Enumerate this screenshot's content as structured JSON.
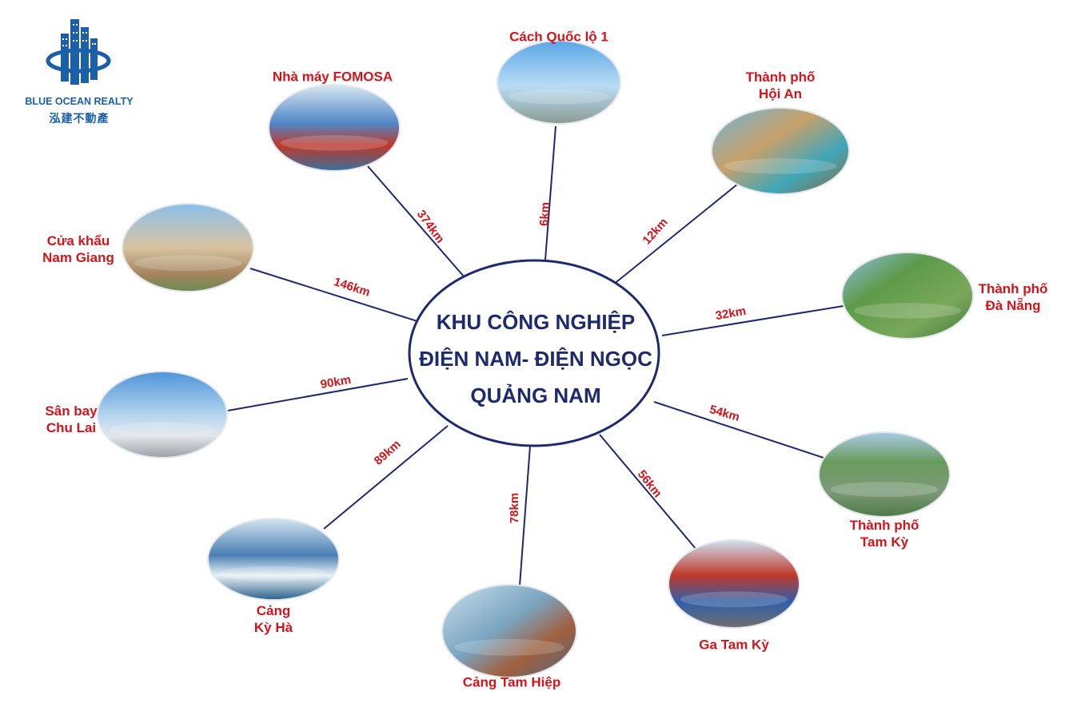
{
  "logo": {
    "name": "BLUE OCEAN REALTY",
    "subtitle": "泓建不動產"
  },
  "center": {
    "line1": "KHU CÔNG NGHIỆP",
    "line2": "ĐIỆN NAM- ĐIỆN NGỌC",
    "line3": "QUẢNG NAM"
  },
  "colors": {
    "label_red": "#d3141b",
    "navy": "#1e2a6e",
    "brand_blue": "#1a5fa8"
  },
  "nodes": [
    {
      "id": "quoc-lo-1",
      "lines": [
        "Cách Quốc lộ 1"
      ],
      "distance": "6km",
      "image": "highway-photo"
    },
    {
      "id": "hoi-an",
      "lines": [
        "Thành phố",
        "Hội An"
      ],
      "distance": "12km",
      "image": "old-town-river-photo"
    },
    {
      "id": "da-nang",
      "lines": [
        "Thành phố",
        "Đà Nẵng"
      ],
      "distance": "32km",
      "image": "city-park-aerial-photo"
    },
    {
      "id": "tam-ky",
      "lines": [
        "Thành phố",
        "Tam Kỳ"
      ],
      "distance": "54km",
      "image": "city-roundabout-aerial-photo"
    },
    {
      "id": "ga-tam-ky",
      "lines": [
        "Ga Tam Kỳ"
      ],
      "distance": "56km",
      "image": "train-station-photo"
    },
    {
      "id": "cang-tam-hiep",
      "lines": [
        "Cảng Tam Hiệp"
      ],
      "distance": "78km",
      "image": "container-port-photo"
    },
    {
      "id": "cang-ky-ha",
      "lines": [
        "Cảng",
        "Kỳ Hà"
      ],
      "distance": "89km",
      "image": "fishing-boats-photo"
    },
    {
      "id": "chu-lai",
      "lines": [
        "Sân bay",
        "Chu Lai"
      ],
      "distance": "90km",
      "image": "airport-terminal-photo"
    },
    {
      "id": "nam-giang",
      "lines": [
        "Cửa khẩu",
        "Nam Giang"
      ],
      "distance": "146km",
      "image": "border-gate-photo"
    },
    {
      "id": "fomosa",
      "lines": [
        "Nhà máy FOMOSA"
      ],
      "distance": "374km",
      "image": "cargo-port-crane-photo"
    }
  ]
}
